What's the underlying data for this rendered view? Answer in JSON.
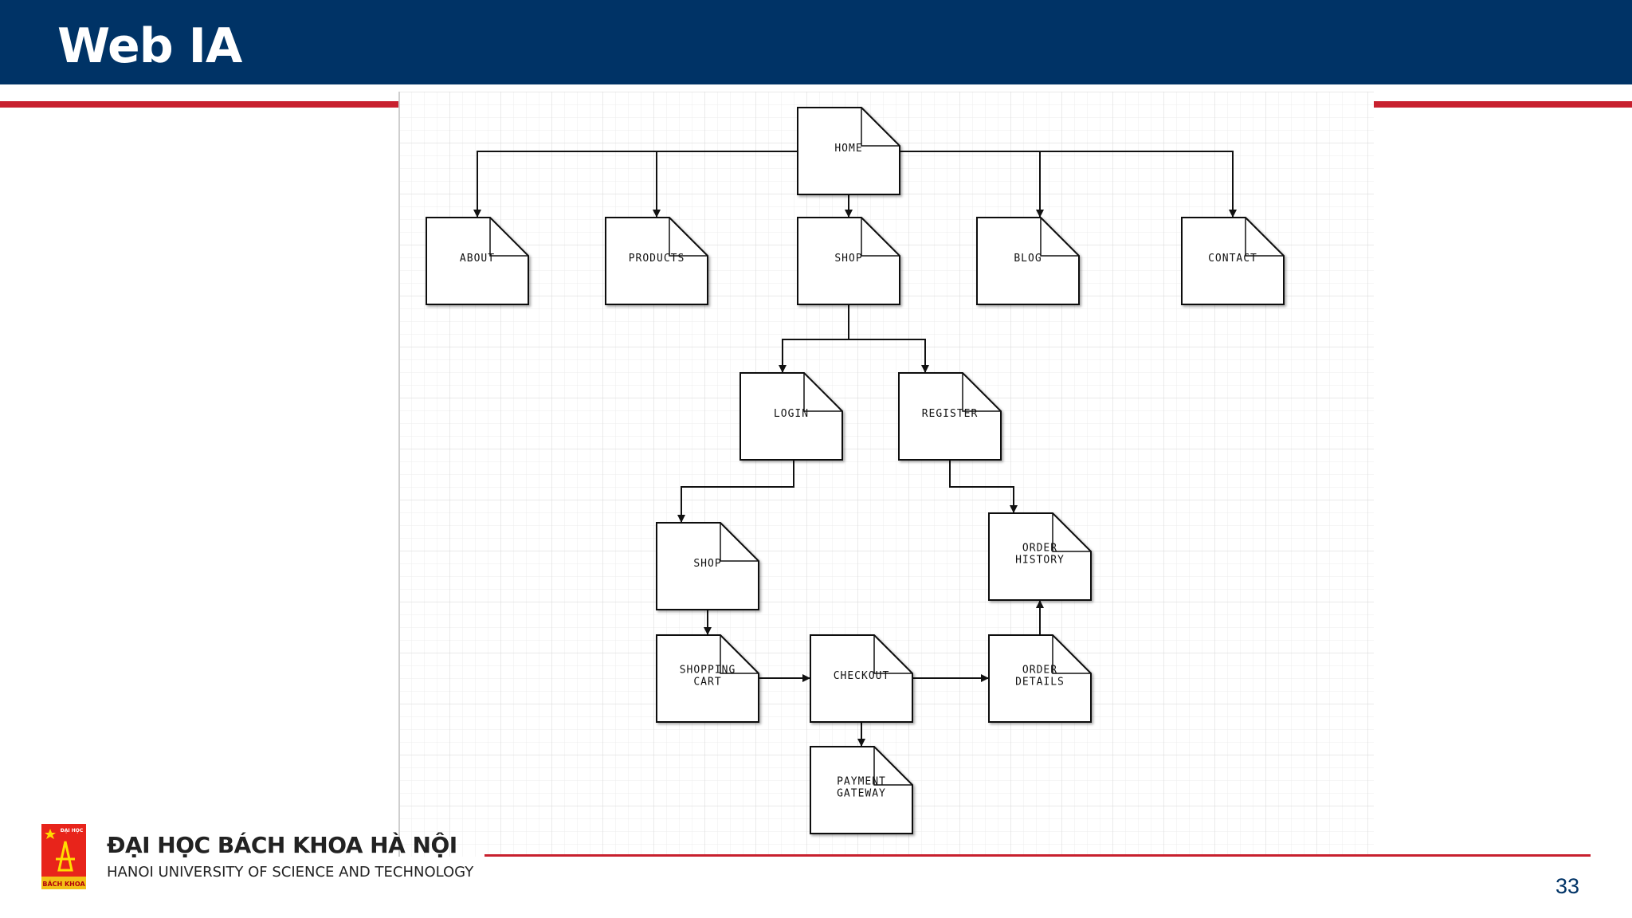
{
  "slide": {
    "title": "Web IA",
    "page_number": "33"
  },
  "footer": {
    "university_vn": "ĐẠI HỌC BÁCH KHOA HÀ NỘI",
    "university_en": "HANOI UNIVERSITY OF SCIENCE AND TECHNOLOGY",
    "logo_text_top": "ĐẠI HỌC",
    "logo_text_bottom": "BÁCH KHOA"
  },
  "colors": {
    "header": "#003366",
    "accent_red": "#c8202e"
  },
  "diagram": {
    "nodes": [
      {
        "id": "home",
        "lines": [
          "HOME"
        ]
      },
      {
        "id": "about",
        "lines": [
          "ABOUT"
        ]
      },
      {
        "id": "products",
        "lines": [
          "PRODUCTS"
        ]
      },
      {
        "id": "shop",
        "lines": [
          "SHOP"
        ]
      },
      {
        "id": "blog",
        "lines": [
          "BLOG"
        ]
      },
      {
        "id": "contact",
        "lines": [
          "CONTACT"
        ]
      },
      {
        "id": "login",
        "lines": [
          "LOGIN"
        ]
      },
      {
        "id": "register",
        "lines": [
          "REGISTER"
        ]
      },
      {
        "id": "shop2",
        "lines": [
          "SHOP"
        ]
      },
      {
        "id": "order_history",
        "lines": [
          "ORDER",
          "HISTORY"
        ]
      },
      {
        "id": "shopping_cart",
        "lines": [
          "SHOPPING",
          "CART"
        ]
      },
      {
        "id": "checkout",
        "lines": [
          "CHECKOUT"
        ]
      },
      {
        "id": "order_details",
        "lines": [
          "ORDER",
          "DETAILS"
        ]
      },
      {
        "id": "payment_gateway",
        "lines": [
          "PAYMENT",
          "GATEWAY"
        ]
      }
    ],
    "edges": [
      {
        "from": "home",
        "to": "about"
      },
      {
        "from": "home",
        "to": "products"
      },
      {
        "from": "home",
        "to": "shop"
      },
      {
        "from": "home",
        "to": "blog"
      },
      {
        "from": "home",
        "to": "contact"
      },
      {
        "from": "shop",
        "to": "login"
      },
      {
        "from": "shop",
        "to": "register"
      },
      {
        "from": "login",
        "to": "shop2"
      },
      {
        "from": "register",
        "to": "order_history"
      },
      {
        "from": "shop2",
        "to": "shopping_cart"
      },
      {
        "from": "shopping_cart",
        "to": "checkout"
      },
      {
        "from": "checkout",
        "to": "order_details"
      },
      {
        "from": "order_details",
        "to": "order_history"
      },
      {
        "from": "checkout",
        "to": "payment_gateway"
      }
    ]
  }
}
